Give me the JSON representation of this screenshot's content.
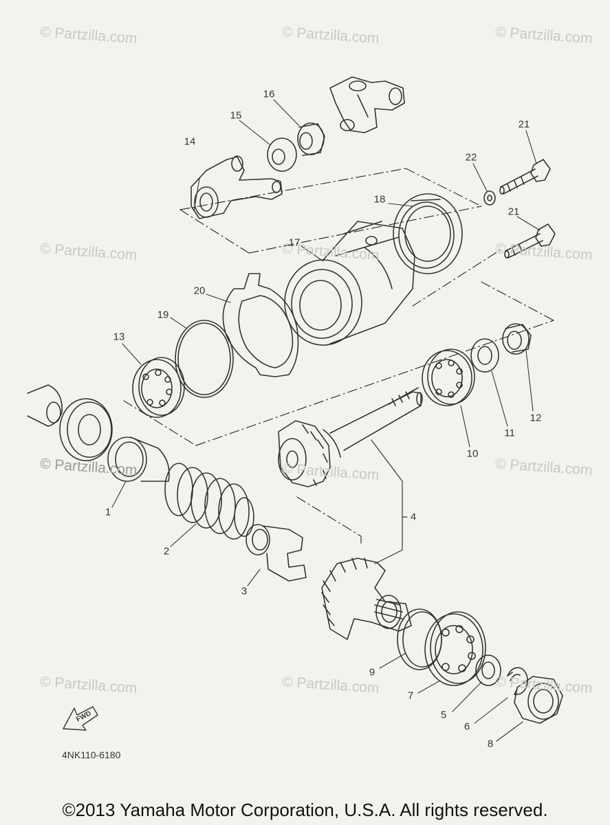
{
  "watermark_text": "© Partzilla.com",
  "callouts": [
    "1",
    "2",
    "3",
    "4",
    "5",
    "6",
    "7",
    "8",
    "9",
    "10",
    "11",
    "12",
    "13",
    "14",
    "15",
    "16",
    "17",
    "18",
    "19",
    "20",
    "21",
    "21",
    "22"
  ],
  "fwd_label": "FWD",
  "part_number": "4NK110-6180",
  "copyright": "©2013 Yamaha Motor Corporation, U.S.A. All rights reserved."
}
